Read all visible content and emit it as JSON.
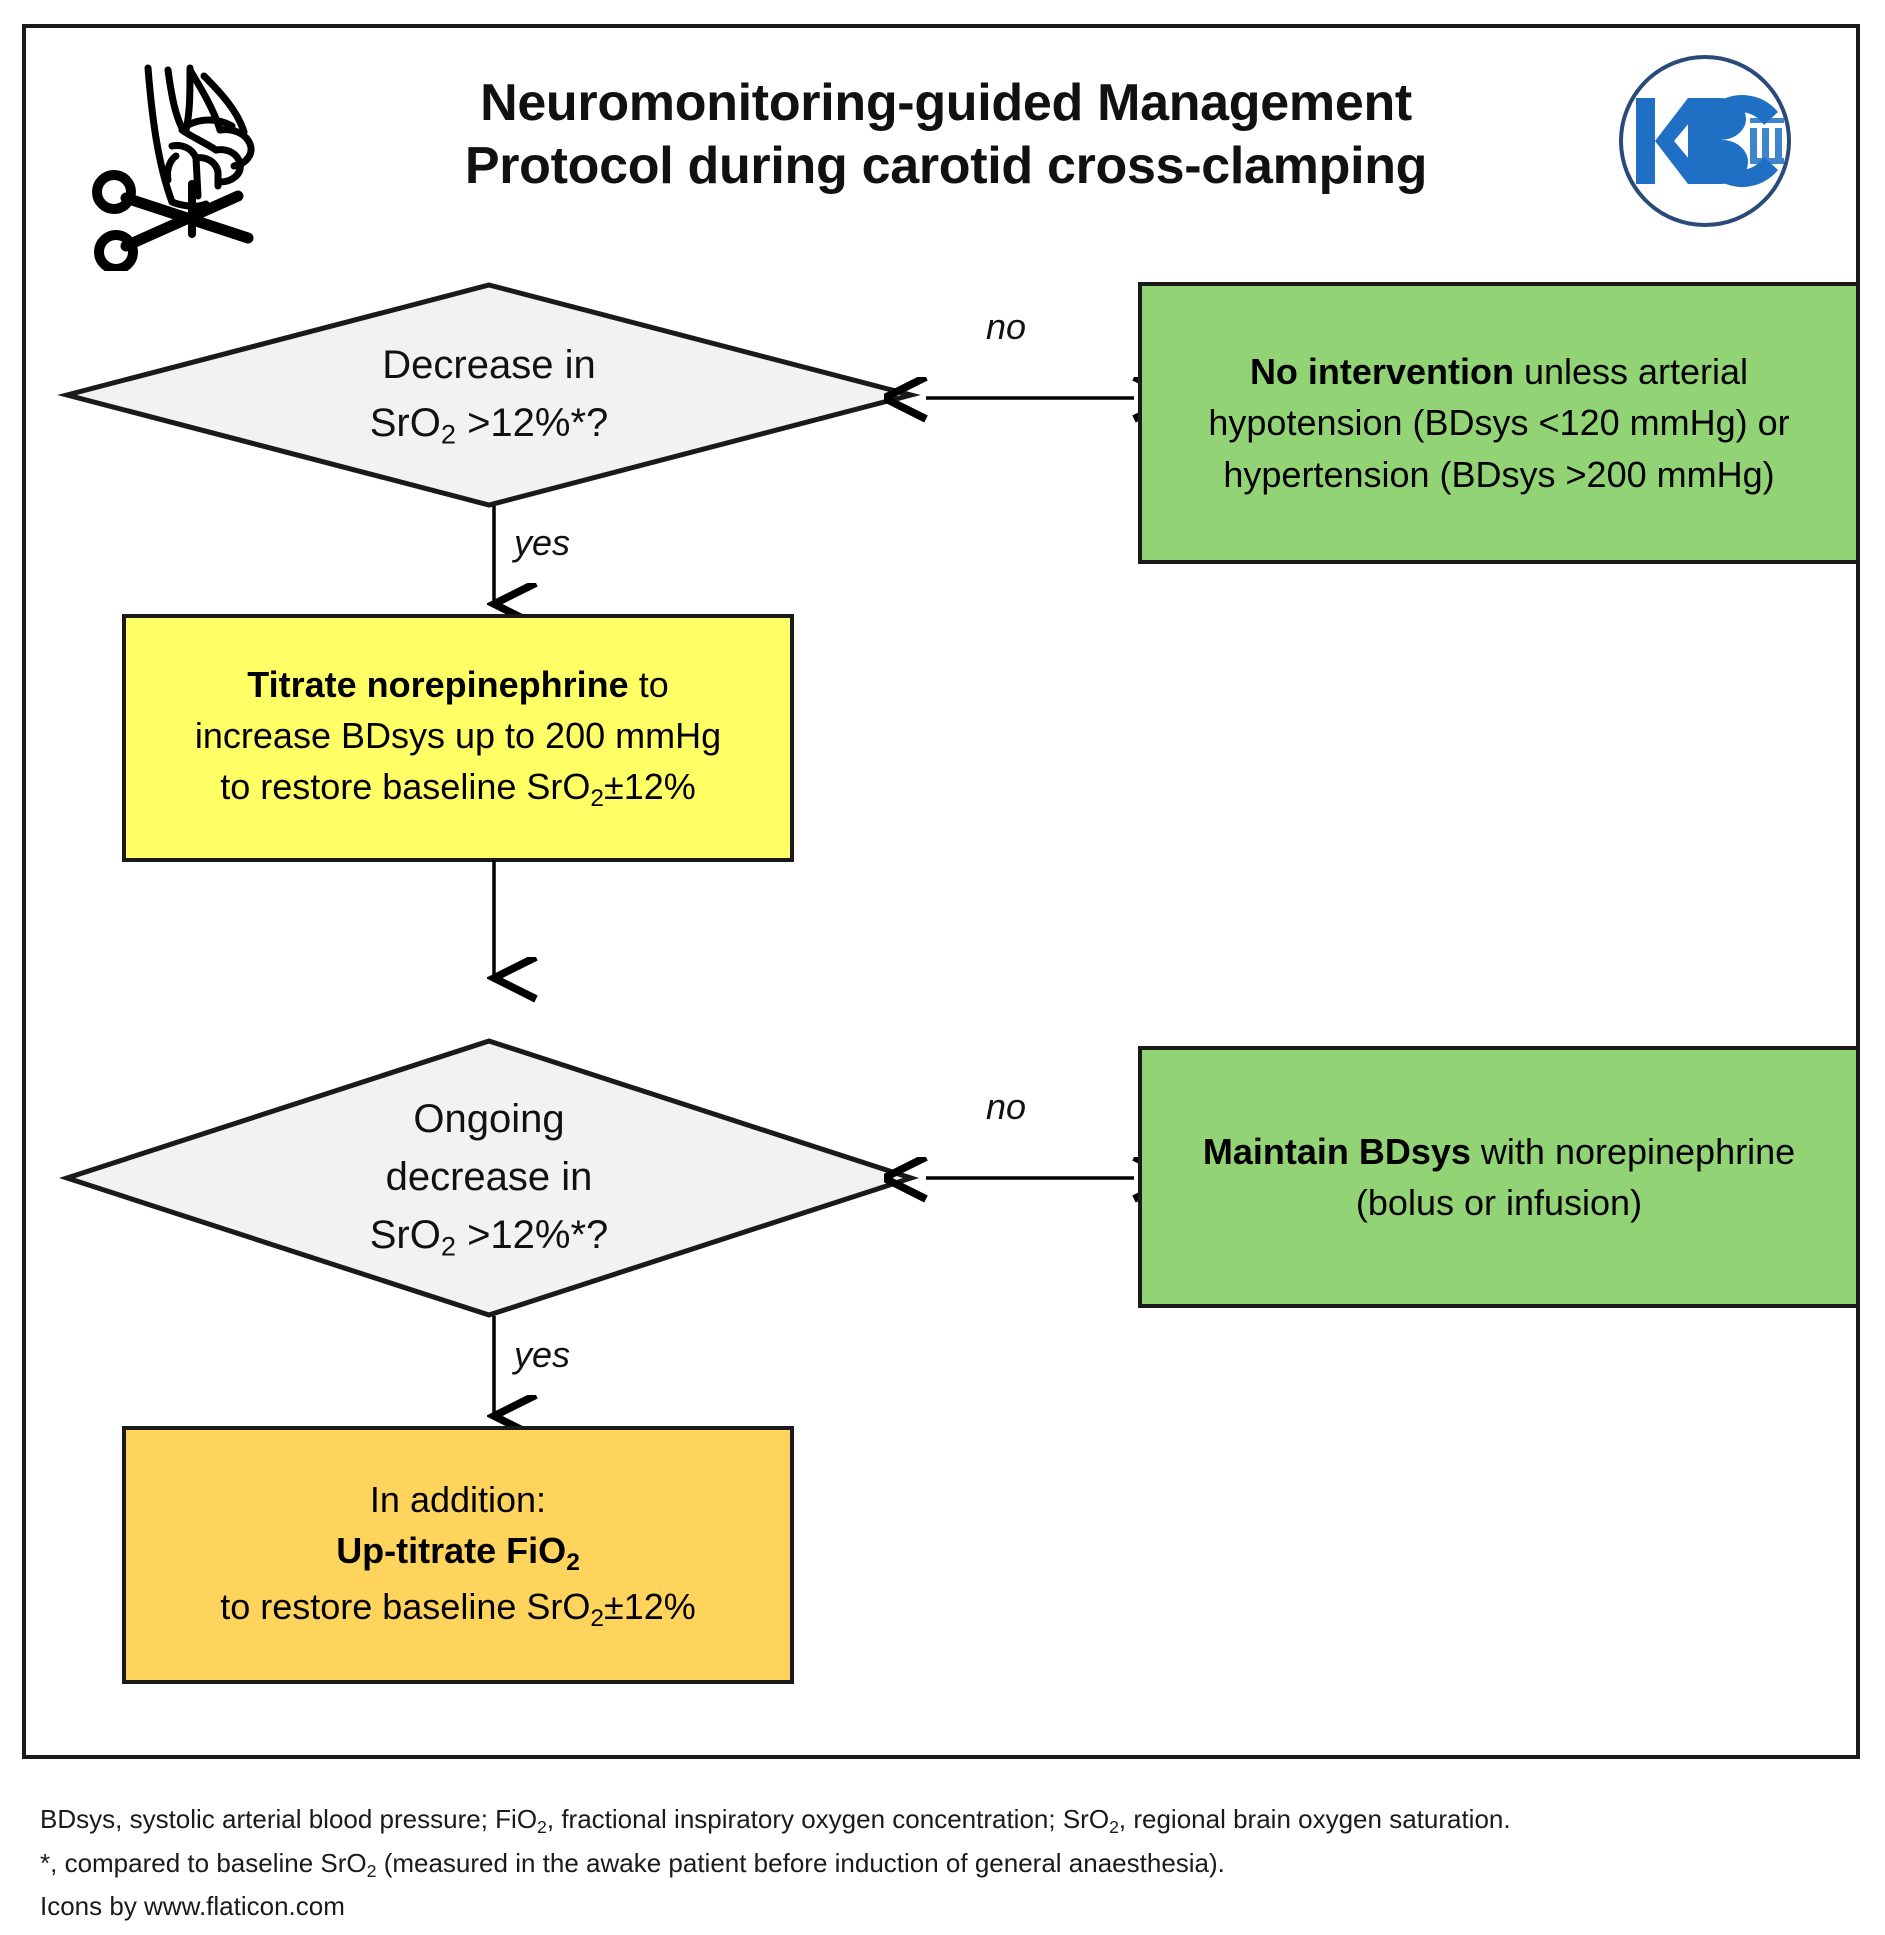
{
  "header": {
    "title_line1": "Neuromonitoring-guided Management",
    "title_line2": "Protocol during carotid cross-clamping",
    "logo_text": "KBC",
    "scissors_icon_name": "surgical-scissors-icon"
  },
  "flow": {
    "decision1": {
      "line1": "Decrease in",
      "line2_prefix": "SrO",
      "line2_sub": "2",
      "line2_suffix": " >12%*?"
    },
    "outcome1": {
      "bold": "No intervention",
      "rest": " unless arterial hypotension (BDsys <120 mmHg) or hypertension (BDsys >200 mmHg)"
    },
    "action1": {
      "bold": "Titrate norepinephrine",
      "line1_rest": " to",
      "line2": "increase BDsys up to 200 mmHg",
      "line3_prefix": "to restore baseline SrO",
      "line3_sub": "2",
      "line3_suffix": "±12%"
    },
    "decision2": {
      "line1": "Ongoing",
      "line2": "decrease in",
      "line3_prefix": "SrO",
      "line3_sub": "2",
      "line3_suffix": " >12%*?"
    },
    "outcome2": {
      "bold": "Maintain BDsys",
      "rest": " with norepinephrine (bolus or infusion)"
    },
    "action2": {
      "line1": "In addition:",
      "line2_bold_prefix": "Up-titrate FiO",
      "line2_bold_sub": "2",
      "line3_prefix": "to restore baseline SrO",
      "line3_sub": "2",
      "line3_suffix": "±12%"
    },
    "labels": {
      "no1": "no",
      "yes1": "yes",
      "no2": "no",
      "yes2": "yes"
    }
  },
  "footnotes": {
    "line1_a": "BDsys, systolic arterial blood pressure; FiO",
    "line1_sub1": "2",
    "line1_b": ", fractional inspiratory oxygen concentration; SrO",
    "line1_sub2": "2",
    "line1_c": ", regional brain oxygen saturation.",
    "line2_a": "*, compared to baseline SrO",
    "line2_sub": "2",
    "line2_b": " (measured in the awake patient before induction of general anaesthesia).",
    "line3": "Icons by www.flaticon.com"
  },
  "colors": {
    "green": "#92d475",
    "yellow": "#ffff66",
    "orange": "#ffd45c",
    "diamond_fill": "#f2f2f2",
    "border": "#1a1a1a",
    "logo_blue": "#1f6fc4"
  }
}
